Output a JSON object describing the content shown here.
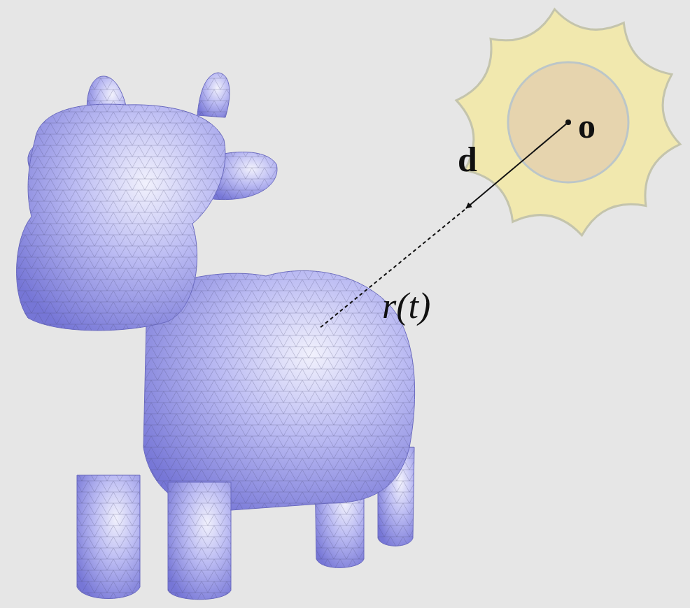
{
  "diagram": {
    "nodes": [
      {
        "text": [
          "o"
        ]
      }
    ],
    "labels": [
      "d",
      "r(t)"
    ]
  }
}
